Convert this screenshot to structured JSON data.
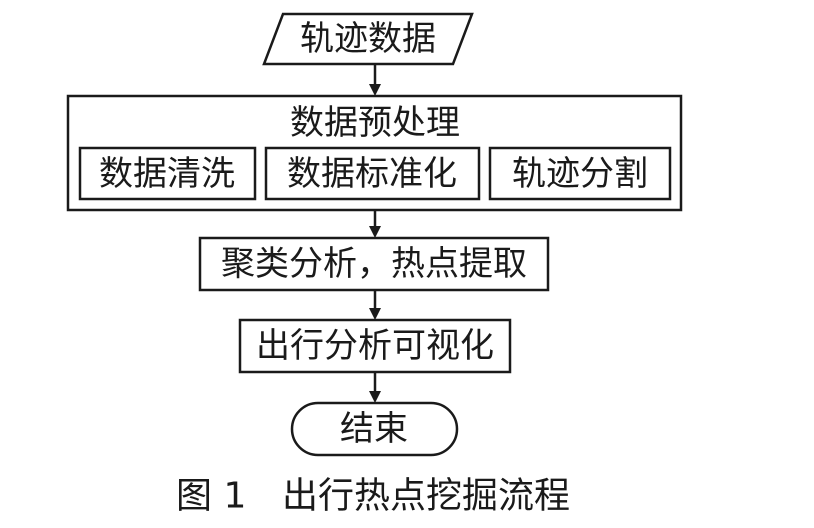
{
  "flowchart": {
    "input": {
      "label": "轨迹数据"
    },
    "preprocess": {
      "title": "数据预处理",
      "steps": [
        {
          "label": "数据清洗"
        },
        {
          "label": "数据标准化"
        },
        {
          "label": "轨迹分割"
        }
      ]
    },
    "clustering": {
      "label": "聚类分析，热点提取"
    },
    "visualization": {
      "label": "出行分析可视化"
    },
    "end": {
      "label": "结束"
    }
  },
  "caption": {
    "figure_number": "图 1",
    "title": "出行热点挖掘流程"
  }
}
